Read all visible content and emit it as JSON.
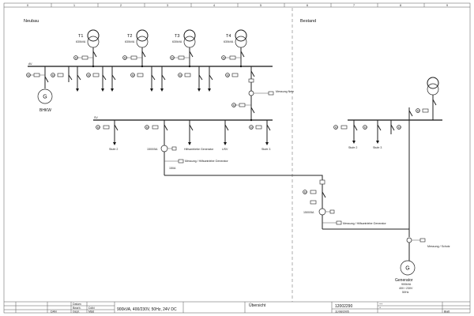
{
  "frame": {
    "column_numbers": [
      "0",
      "1",
      "2",
      "3",
      "4",
      "5",
      "6",
      "7",
      "8",
      "9"
    ]
  },
  "sections": {
    "left": "Neubau",
    "right": "Bestand"
  },
  "transformers": [
    {
      "name": "T1",
      "rating": "630kVA"
    },
    {
      "name": "T2",
      "rating": "630kVA"
    },
    {
      "name": "T3",
      "rating": "630kVA"
    },
    {
      "name": "T4",
      "rating": "630kVA"
    }
  ],
  "busbars": {
    "upper": "AV",
    "lower": "SV"
  },
  "generators": {
    "bhkw": {
      "symbol": "G",
      "label": "BHKW"
    },
    "main": {
      "symbol": "G",
      "label": "Generator",
      "rating": "900kVA",
      "voltage": "400 / 230V",
      "frequency": "50Hz"
    }
  },
  "measurements": {
    "netz": "Messung Netz",
    "hilfsantriebe_left": "Messung / Hilfsantriebe Generator",
    "hilfsantriebe_right": "Messung / Hilfsantriebe Generator",
    "schutz": "Messung / Schutz"
  },
  "feeders": {
    "stufe2_left": "Stufe 2",
    "hilfsantriebe": "Hilfsantriebe Generator",
    "usv": "USV",
    "stufe3_left": "Stufe 3",
    "stufe2_right": "Stufe 2",
    "stufe3_right": "Stufe 3"
  },
  "cts": {
    "left": "1500/5A",
    "right": "1500/5A",
    "cable": "150A"
  },
  "title_block": {
    "row_labels": [
      "Datum",
      "Bearb.",
      "Gepr."
    ],
    "row_values": [
      "",
      "DAN",
      "Mäd"
    ],
    "spec": "900kVA, 400/230V, 50Hz, 24V DC",
    "title": "Übersicht",
    "drawing_no": "12002290",
    "date": "11/08/2005",
    "sheet_prefix": "Blatt"
  }
}
